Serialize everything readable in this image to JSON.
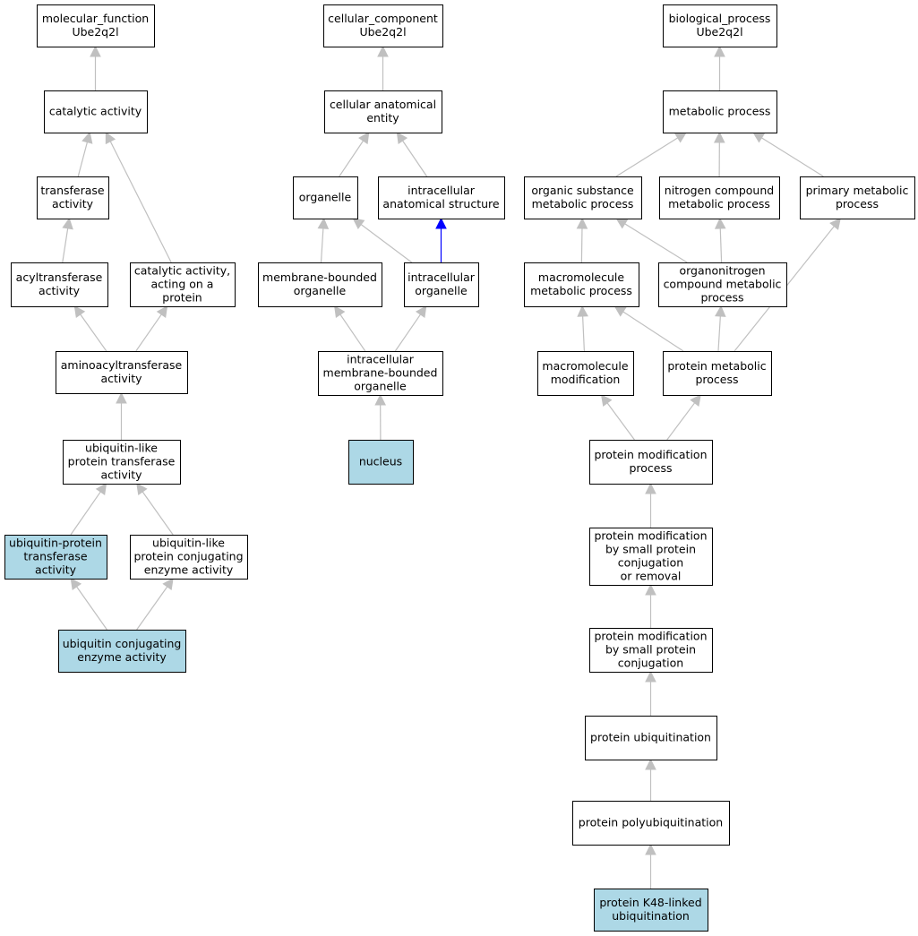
{
  "colors": {
    "highlight_fill": "#add8e6",
    "default_fill": "#ffffff",
    "edge_default": "#c0c0c0",
    "edge_part_of": "#0000ff"
  },
  "nodes": [
    {
      "id": "mf",
      "lines": [
        "molecular_function",
        "Ube2q2l"
      ],
      "highlight": false
    },
    {
      "id": "cat",
      "lines": [
        "catalytic activity"
      ],
      "highlight": false
    },
    {
      "id": "trans",
      "lines": [
        "transferase",
        "activity"
      ],
      "highlight": false
    },
    {
      "id": "catprot",
      "lines": [
        "catalytic activity,",
        "acting on a",
        "protein"
      ],
      "highlight": false
    },
    {
      "id": "acyl",
      "lines": [
        "acyltransferase",
        "activity"
      ],
      "highlight": false
    },
    {
      "id": "aminoacyl",
      "lines": [
        "aminoacyltransferase",
        "activity"
      ],
      "highlight": false
    },
    {
      "id": "ublt",
      "lines": [
        "ubiquitin-like",
        "protein transferase",
        "activity"
      ],
      "highlight": false
    },
    {
      "id": "ubpt",
      "lines": [
        "ubiquitin-protein",
        "transferase",
        "activity"
      ],
      "highlight": true
    },
    {
      "id": "ublconj",
      "lines": [
        "ubiquitin-like",
        "protein conjugating",
        "enzyme activity"
      ],
      "highlight": false
    },
    {
      "id": "ubconj",
      "lines": [
        "ubiquitin conjugating",
        "enzyme activity"
      ],
      "highlight": true
    },
    {
      "id": "cc",
      "lines": [
        "cellular_component",
        "Ube2q2l"
      ],
      "highlight": false
    },
    {
      "id": "cae",
      "lines": [
        "cellular anatomical",
        "entity"
      ],
      "highlight": false
    },
    {
      "id": "organelle",
      "lines": [
        "organelle"
      ],
      "highlight": false
    },
    {
      "id": "ias",
      "lines": [
        "intracellular",
        "anatomical structure"
      ],
      "highlight": false
    },
    {
      "id": "mbo",
      "lines": [
        "membrane-bounded",
        "organelle"
      ],
      "highlight": false
    },
    {
      "id": "io",
      "lines": [
        "intracellular",
        "organelle"
      ],
      "highlight": false
    },
    {
      "id": "imbo",
      "lines": [
        "intracellular",
        "membrane-bounded",
        "organelle"
      ],
      "highlight": false
    },
    {
      "id": "nucleus",
      "lines": [
        "nucleus"
      ],
      "highlight": true
    },
    {
      "id": "bp",
      "lines": [
        "biological_process",
        "Ube2q2l"
      ],
      "highlight": false
    },
    {
      "id": "metab",
      "lines": [
        "metabolic process"
      ],
      "highlight": false
    },
    {
      "id": "osmp",
      "lines": [
        "organic substance",
        "metabolic process"
      ],
      "highlight": false
    },
    {
      "id": "ncmp",
      "lines": [
        "nitrogen compound",
        "metabolic process"
      ],
      "highlight": false
    },
    {
      "id": "pmp",
      "lines": [
        "primary metabolic",
        "process"
      ],
      "highlight": false
    },
    {
      "id": "mmp",
      "lines": [
        "macromolecule",
        "metabolic process"
      ],
      "highlight": false
    },
    {
      "id": "oncmp",
      "lines": [
        "organonitrogen",
        "compound metabolic",
        "process"
      ],
      "highlight": false
    },
    {
      "id": "mmod",
      "lines": [
        "macromolecule",
        "modification"
      ],
      "highlight": false
    },
    {
      "id": "protmp",
      "lines": [
        "protein metabolic",
        "process"
      ],
      "highlight": false
    },
    {
      "id": "pmodp",
      "lines": [
        "protein modification",
        "process"
      ],
      "highlight": false
    },
    {
      "id": "pmspcr",
      "lines": [
        "protein modification",
        "by small protein",
        "conjugation",
        "or removal"
      ],
      "highlight": false
    },
    {
      "id": "pmspc",
      "lines": [
        "protein modification",
        "by small protein",
        "conjugation"
      ],
      "highlight": false
    },
    {
      "id": "pubiq",
      "lines": [
        "protein ubiquitination"
      ],
      "highlight": false
    },
    {
      "id": "ppolyub",
      "lines": [
        "protein polyubiquitination"
      ],
      "highlight": false
    },
    {
      "id": "pk48",
      "lines": [
        "protein K48-linked",
        "ubiquitination"
      ],
      "highlight": true
    }
  ],
  "edges": [
    {
      "from": "cat",
      "to": "mf",
      "type": "is_a"
    },
    {
      "from": "trans",
      "to": "cat",
      "type": "is_a"
    },
    {
      "from": "catprot",
      "to": "cat",
      "type": "is_a"
    },
    {
      "from": "acyl",
      "to": "trans",
      "type": "is_a"
    },
    {
      "from": "aminoacyl",
      "to": "acyl",
      "type": "is_a"
    },
    {
      "from": "aminoacyl",
      "to": "catprot",
      "type": "is_a"
    },
    {
      "from": "ublt",
      "to": "aminoacyl",
      "type": "is_a"
    },
    {
      "from": "ubpt",
      "to": "ublt",
      "type": "is_a"
    },
    {
      "from": "ublconj",
      "to": "ublt",
      "type": "is_a"
    },
    {
      "from": "ubconj",
      "to": "ubpt",
      "type": "is_a"
    },
    {
      "from": "ubconj",
      "to": "ublconj",
      "type": "is_a"
    },
    {
      "from": "cae",
      "to": "cc",
      "type": "is_a"
    },
    {
      "from": "organelle",
      "to": "cae",
      "type": "is_a"
    },
    {
      "from": "ias",
      "to": "cae",
      "type": "is_a"
    },
    {
      "from": "mbo",
      "to": "organelle",
      "type": "is_a"
    },
    {
      "from": "io",
      "to": "organelle",
      "type": "is_a"
    },
    {
      "from": "io",
      "to": "ias",
      "type": "part_of"
    },
    {
      "from": "imbo",
      "to": "mbo",
      "type": "is_a"
    },
    {
      "from": "imbo",
      "to": "io",
      "type": "is_a"
    },
    {
      "from": "nucleus",
      "to": "imbo",
      "type": "is_a"
    },
    {
      "from": "metab",
      "to": "bp",
      "type": "is_a"
    },
    {
      "from": "osmp",
      "to": "metab",
      "type": "is_a"
    },
    {
      "from": "ncmp",
      "to": "metab",
      "type": "is_a"
    },
    {
      "from": "pmp",
      "to": "metab",
      "type": "is_a"
    },
    {
      "from": "mmp",
      "to": "osmp",
      "type": "is_a"
    },
    {
      "from": "oncmp",
      "to": "osmp",
      "type": "is_a"
    },
    {
      "from": "oncmp",
      "to": "ncmp",
      "type": "is_a"
    },
    {
      "from": "mmod",
      "to": "mmp",
      "type": "is_a"
    },
    {
      "from": "protmp",
      "to": "mmp",
      "type": "is_a"
    },
    {
      "from": "protmp",
      "to": "oncmp",
      "type": "is_a"
    },
    {
      "from": "protmp",
      "to": "pmp",
      "type": "is_a"
    },
    {
      "from": "pmodp",
      "to": "mmod",
      "type": "is_a"
    },
    {
      "from": "pmodp",
      "to": "protmp",
      "type": "is_a"
    },
    {
      "from": "pmspcr",
      "to": "pmodp",
      "type": "is_a"
    },
    {
      "from": "pmspc",
      "to": "pmspcr",
      "type": "is_a"
    },
    {
      "from": "pubiq",
      "to": "pmspc",
      "type": "is_a"
    },
    {
      "from": "ppolyub",
      "to": "pubiq",
      "type": "is_a"
    },
    {
      "from": "pk48",
      "to": "ppolyub",
      "type": "is_a"
    }
  ]
}
